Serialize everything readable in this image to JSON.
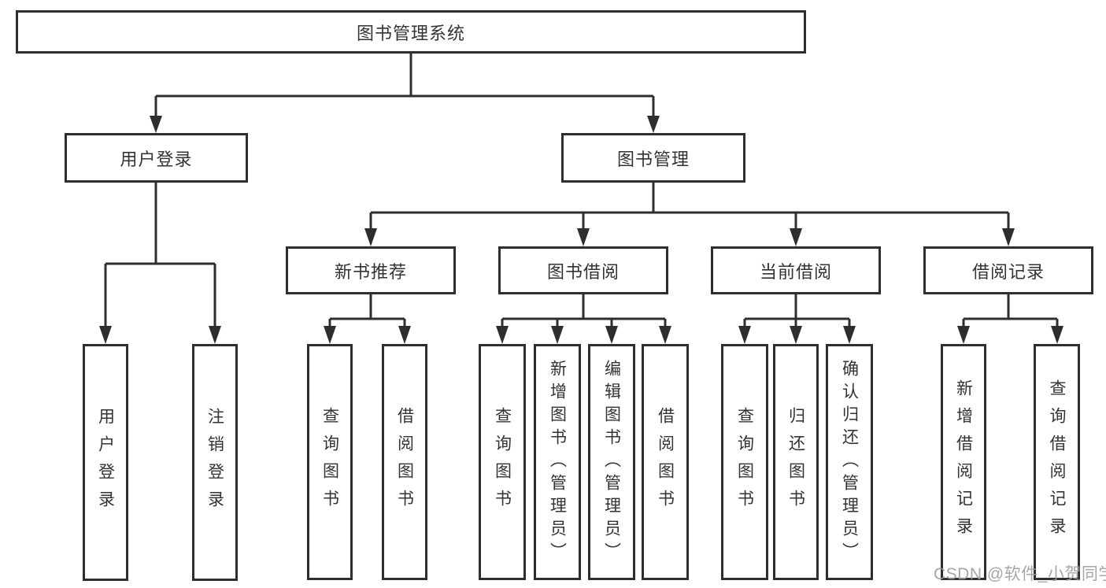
{
  "diagram_type": "hierarchy-tree",
  "colors": {
    "line": "#2e2e2e",
    "box_border": "#2e2e2e",
    "box_fill": "#ffffff",
    "text": "#333333",
    "watermark": "#9d9da2",
    "background": "#ffffff"
  },
  "tree": {
    "label": "图书管理系统",
    "children": [
      {
        "label": "用户登录",
        "children": [
          {
            "label": "用户登录"
          },
          {
            "label": "注销登录"
          }
        ]
      },
      {
        "label": "图书管理",
        "children": [
          {
            "label": "新书推荐",
            "children": [
              {
                "label": "查询图书"
              },
              {
                "label": "借阅图书"
              }
            ]
          },
          {
            "label": "图书借阅",
            "children": [
              {
                "label": "查询图书"
              },
              {
                "label": "新增图书（管理员）"
              },
              {
                "label": "编辑图书（管理员）"
              },
              {
                "label": "借阅图书"
              }
            ]
          },
          {
            "label": "当前借阅",
            "children": [
              {
                "label": "查询图书"
              },
              {
                "label": "归还图书"
              },
              {
                "label": "确认归还（管理员）"
              }
            ]
          },
          {
            "label": "借阅记录",
            "children": [
              {
                "label": "新增借阅记录"
              },
              {
                "label": "查询借阅记录"
              }
            ]
          }
        ]
      }
    ]
  },
  "watermark": "CSDN @软件_小贺同学"
}
